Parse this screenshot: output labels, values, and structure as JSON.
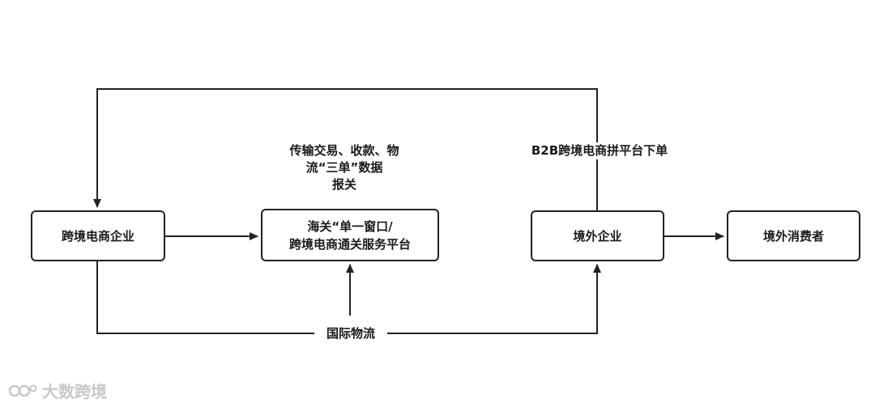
{
  "nodes": {
    "enterprise": "跨境电商企业",
    "platform_line1": "海关“单一窗口/",
    "platform_line2": "跨境电商通关服务平台",
    "overseas_enterprise": "境外企业",
    "overseas_consumer": "境外消费者"
  },
  "labels": {
    "data_line1": "传输交易、收款、物",
    "data_line2": "流“三单”数据",
    "data_line3": "报关",
    "b2b_order": "B2B跨境电商拼平台下单",
    "logistics": "国际物流"
  },
  "watermark": {
    "text": "大数跨境",
    "icon": "brand-logo-icon"
  },
  "colors": {
    "stroke": "#222222",
    "watermark": "#c8c8c8"
  }
}
